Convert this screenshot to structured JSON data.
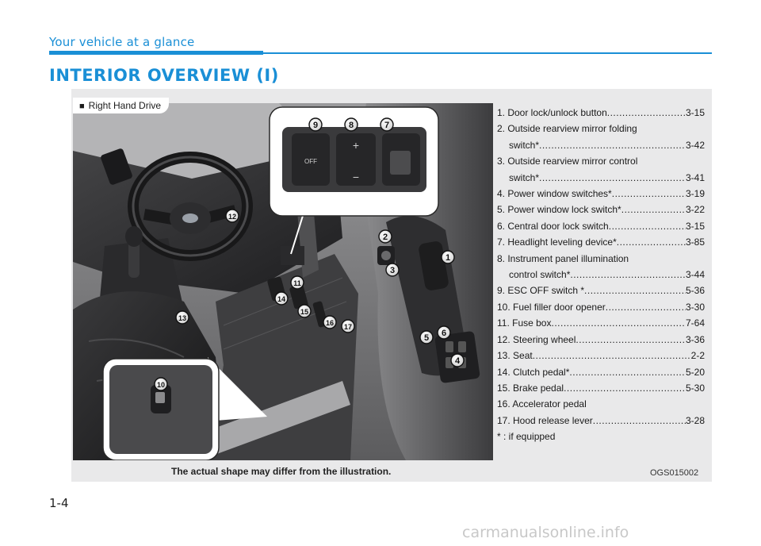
{
  "header": {
    "section_title": "Your vehicle at a glance",
    "heading": "INTERIOR OVERVIEW (I)"
  },
  "illustration": {
    "badge": "Right Hand Drive",
    "badge_symbol": "■",
    "callouts": [
      "1",
      "2",
      "3",
      "4",
      "5",
      "6",
      "7",
      "8",
      "9",
      "10",
      "11",
      "12",
      "13",
      "14",
      "15",
      "16",
      "17"
    ],
    "inset_labels": {
      "esc": "OFF",
      "plus": "+",
      "minus": "−"
    }
  },
  "legend": [
    {
      "lines": [
        "1. Door lock/unlock button"
      ],
      "page": "3-15"
    },
    {
      "lines": [
        "2. Outside rearview mirror folding",
        "switch*"
      ],
      "page": "3-42"
    },
    {
      "lines": [
        "3. Outside rearview mirror control",
        "switch*"
      ],
      "page": "3-41"
    },
    {
      "lines": [
        "4. Power window switches*"
      ],
      "page": "3-19"
    },
    {
      "lines": [
        "5. Power window lock switch*"
      ],
      "page": "3-22"
    },
    {
      "lines": [
        "6. Central door lock switch"
      ],
      "page": "3-15"
    },
    {
      "lines": [
        "7. Headlight leveling device*"
      ],
      "page": "3-85"
    },
    {
      "lines": [
        "8. Instrument panel illumination",
        "control switch*"
      ],
      "page": "3-44"
    },
    {
      "lines": [
        "9. ESC OFF switch *"
      ],
      "page": "5-36"
    },
    {
      "lines": [
        "10. Fuel filler door opener"
      ],
      "page": "3-30"
    },
    {
      "lines": [
        "11. Fuse box"
      ],
      "page": "7-64"
    },
    {
      "lines": [
        "12. Steering wheel"
      ],
      "page": "3-36"
    },
    {
      "lines": [
        "13. Seat"
      ],
      "page": "2-2"
    },
    {
      "lines": [
        "14. Clutch pedal*"
      ],
      "page": "5-20"
    },
    {
      "lines": [
        "15. Brake pedal"
      ],
      "page": "5-30"
    },
    {
      "lines": [
        "16. Accelerator pedal"
      ],
      "page": ""
    },
    {
      "lines": [
        "17. Hood release lever"
      ],
      "page": "3-28"
    },
    {
      "lines": [
        "* : if equipped"
      ],
      "page": ""
    }
  ],
  "footer": {
    "note": "The actual shape may differ from the illustration.",
    "code": "OGS015002",
    "page_number": "1-4",
    "watermark": "carmanualsonline.info"
  },
  "colors": {
    "accent": "#1a8fd6",
    "panel": "#e9e9ea"
  }
}
